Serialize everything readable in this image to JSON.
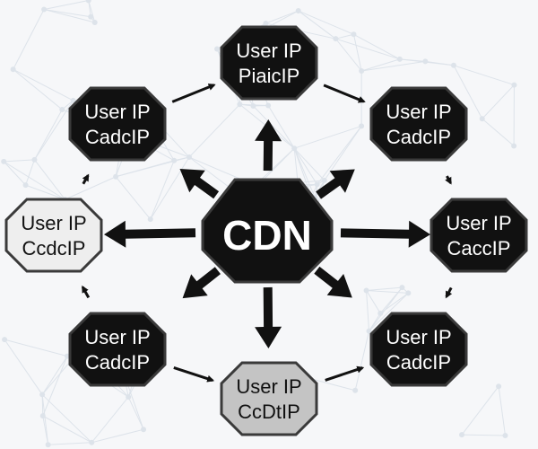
{
  "colors": {
    "background": "#f6f7f9",
    "node_dark": "#111111",
    "node_light": "#eeeeee",
    "node_gray": "#c4c4c4",
    "outline": "#3a3a3a",
    "arrow": "#111111",
    "text_light": "#ffffff",
    "text_dark": "#111111",
    "network_pattern": "#dde3ea"
  },
  "hub": {
    "label": "CDN"
  },
  "nodes": [
    {
      "id": "top",
      "line1": "User IP",
      "line2": "PiaicIP",
      "style": "dark"
    },
    {
      "id": "upper-right",
      "line1": "User IP",
      "line2": "CadcIP",
      "style": "dark"
    },
    {
      "id": "right",
      "line1": "User IP",
      "line2": "CaccIP",
      "style": "dark"
    },
    {
      "id": "lower-right",
      "line1": "User IP",
      "line2": "CadcIP",
      "style": "dark"
    },
    {
      "id": "bottom",
      "line1": "User IP",
      "line2": "CcDtIP",
      "style": "gray"
    },
    {
      "id": "lower-left",
      "line1": "User IP",
      "line2": "CadcIP",
      "style": "dark"
    },
    {
      "id": "left",
      "line1": "User IP",
      "line2": "CcdcIP",
      "style": "light"
    },
    {
      "id": "upper-left",
      "line1": "User IP",
      "line2": "CadcIP",
      "style": "dark"
    }
  ],
  "ring_arrows": [
    {
      "from": "upper-left",
      "to": "top"
    },
    {
      "from": "top",
      "to": "upper-right"
    },
    {
      "from": "upper-right",
      "to": "right"
    },
    {
      "from": "right",
      "to": "lower-right"
    },
    {
      "from": "lower-left",
      "to": "bottom"
    },
    {
      "from": "bottom",
      "to": "lower-right"
    },
    {
      "from": "left",
      "to": "upper-left"
    },
    {
      "from": "lower-left",
      "to": "left"
    }
  ]
}
